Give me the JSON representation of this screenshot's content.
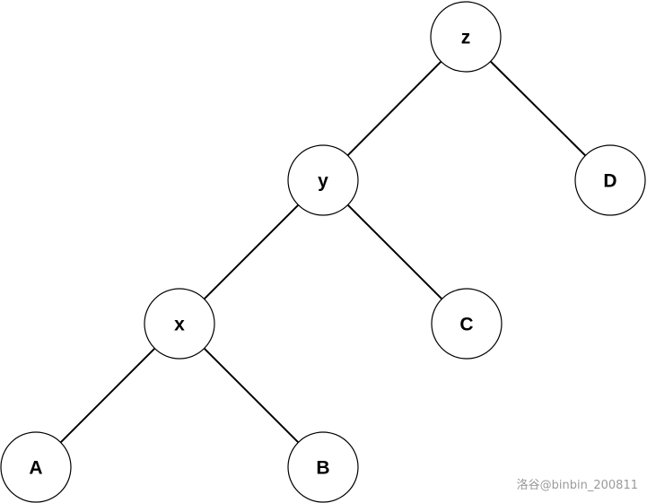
{
  "nodes": [
    {
      "id": "z",
      "label": "z"
    },
    {
      "id": "y",
      "label": "y"
    },
    {
      "id": "D",
      "label": "D"
    },
    {
      "id": "x",
      "label": "x"
    },
    {
      "id": "C",
      "label": "C"
    },
    {
      "id": "A",
      "label": "A"
    },
    {
      "id": "B",
      "label": "B"
    }
  ],
  "edges": [
    {
      "from": "z",
      "to": "y"
    },
    {
      "from": "z",
      "to": "D"
    },
    {
      "from": "y",
      "to": "x"
    },
    {
      "from": "y",
      "to": "C"
    },
    {
      "from": "x",
      "to": "A"
    },
    {
      "from": "x",
      "to": "B"
    }
  ],
  "watermark": "洛谷@binbin_200811"
}
